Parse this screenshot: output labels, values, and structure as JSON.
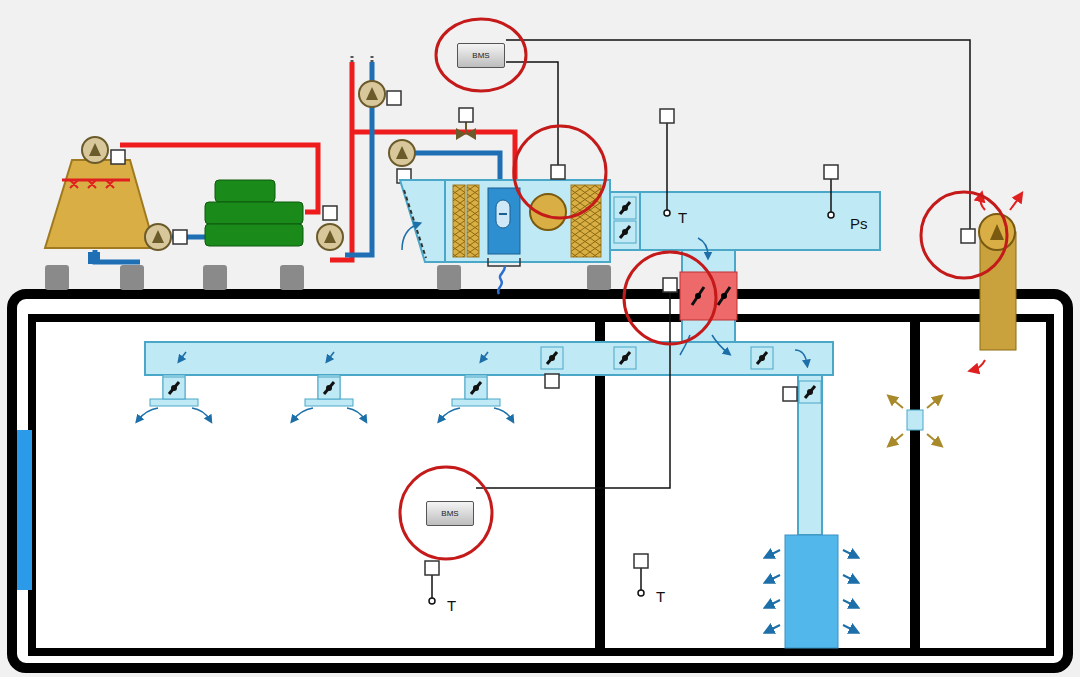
{
  "diagram": {
    "nodes": [
      {
        "text": [
          "BMS"
        ]
      },
      {
        "text": [
          "BMS"
        ]
      }
    ],
    "labels": [
      "T",
      "Ps",
      "T",
      "T"
    ]
  }
}
